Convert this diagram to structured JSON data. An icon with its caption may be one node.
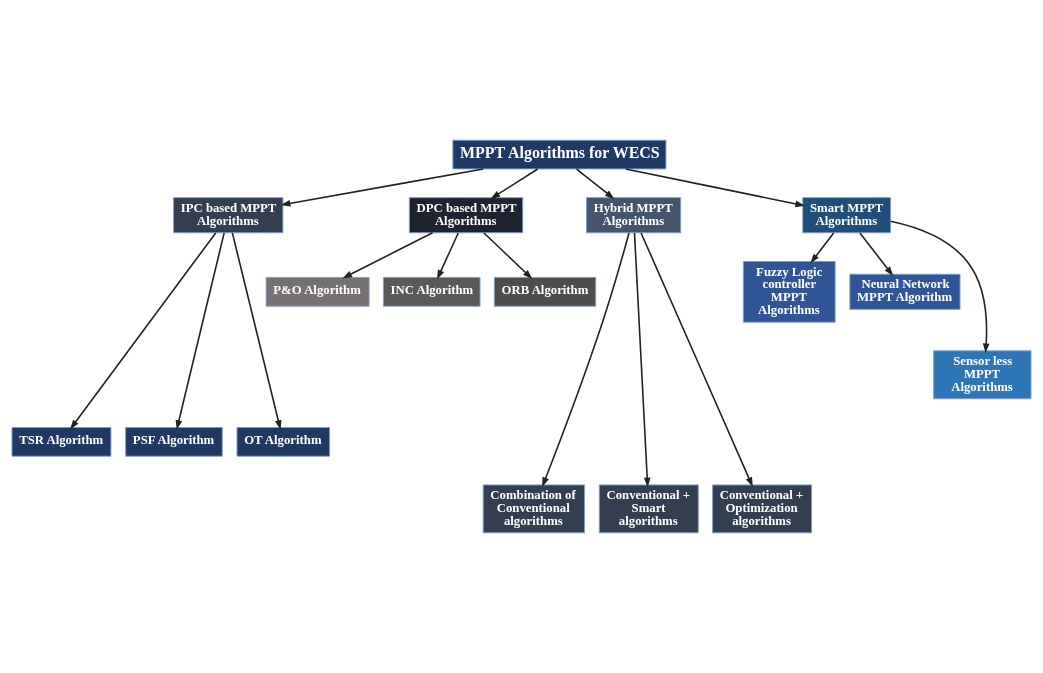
{
  "diagram": {
    "nodes": [
      {
        "text": [
          "MPPT Algorithms for WECS"
        ]
      },
      {
        "text": [
          "IPC based MPPT Algorithms"
        ]
      },
      {
        "text": [
          "DPC based MPPT Algorithms"
        ]
      },
      {
        "text": [
          "Hybrid MPPT Algorithms"
        ]
      },
      {
        "text": [
          "Smart MPPT Algorithms"
        ]
      },
      {
        "text": [
          "P&O Algorithm"
        ]
      },
      {
        "text": [
          "INC Algorithm"
        ]
      },
      {
        "text": [
          "ORB Algorithm"
        ]
      },
      {
        "text": [
          "Fuzzy Logic controller MPPT Algorithms"
        ]
      },
      {
        "text": [
          "Neural Network MPPT Algorithm"
        ]
      },
      {
        "text": [
          "Sensor less MPPT Algorithms"
        ]
      },
      {
        "text": [
          "TSR Algorithm"
        ]
      },
      {
        "text": [
          "PSF Algorithm"
        ]
      },
      {
        "text": [
          "OT Algorithm"
        ]
      },
      {
        "text": [
          "Combination of Conventional algorithms"
        ]
      },
      {
        "text": [
          "Conventional + Smart algorithms"
        ]
      },
      {
        "text": [
          "Conventional + Optimization algorithms"
        ]
      }
    ],
    "edges": [
      {
        "from": 0,
        "to": 1,
        "arrow": "to"
      },
      {
        "from": 0,
        "to": 2,
        "arrow": "to"
      },
      {
        "from": 0,
        "to": 3,
        "arrow": "to"
      },
      {
        "from": 0,
        "to": 4,
        "arrow": "to"
      },
      {
        "from": 2,
        "to": 5,
        "arrow": "to"
      },
      {
        "from": 2,
        "to": 6,
        "arrow": "to"
      },
      {
        "from": 2,
        "to": 7,
        "arrow": "to"
      },
      {
        "from": 4,
        "to": 8,
        "arrow": "to"
      },
      {
        "from": 4,
        "to": 9,
        "arrow": "to"
      },
      {
        "from": 4,
        "to": 10,
        "arrow": "to"
      },
      {
        "from": 1,
        "to": 11,
        "arrow": "to"
      },
      {
        "from": 1,
        "to": 12,
        "arrow": "to"
      },
      {
        "from": 1,
        "to": 13,
        "arrow": "to"
      },
      {
        "from": 3,
        "to": 14,
        "arrow": "to"
      },
      {
        "from": 3,
        "to": 15,
        "arrow": "to"
      },
      {
        "from": 3,
        "to": 16,
        "arrow": "to"
      }
    ]
  }
}
